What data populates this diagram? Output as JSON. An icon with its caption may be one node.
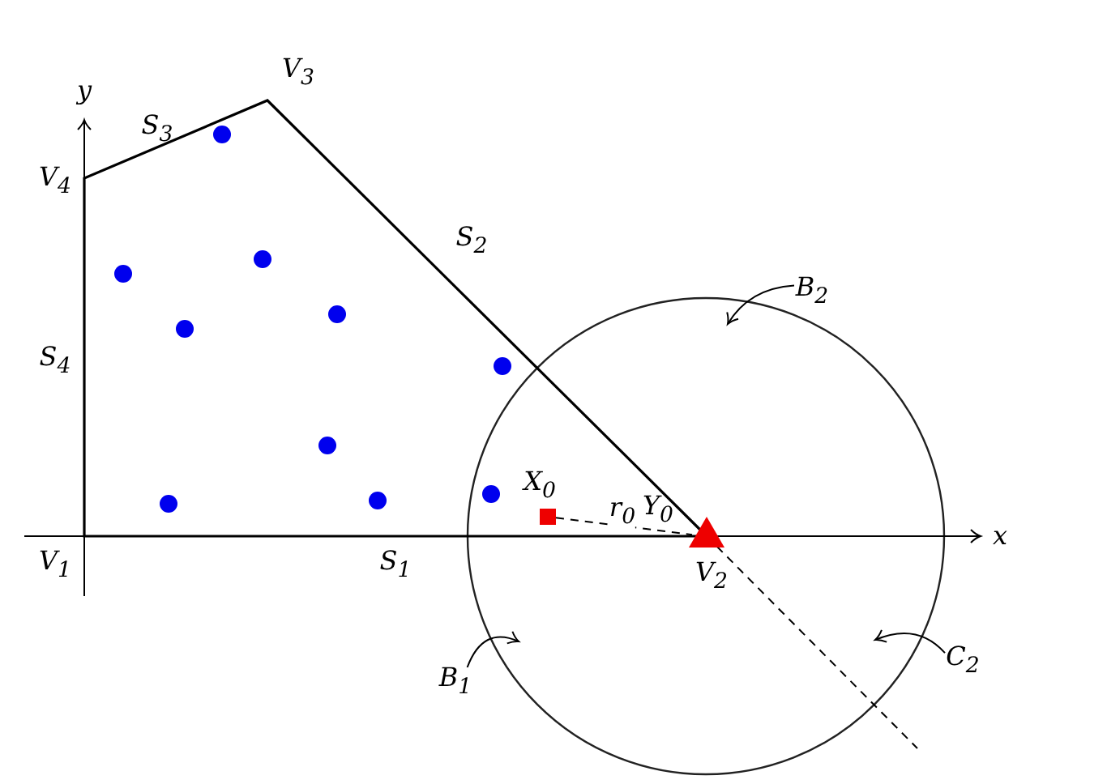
{
  "diagram": {
    "nodes": [
      {
        "text": [],
        "shape": "box",
        "beside": [
          "X$_{0}$"
        ]
      },
      {
        "text": [],
        "shape": "triangle",
        "beside": [
          "Y$_{0}$",
          "V$_{2}$"
        ]
      },
      {
        "text": [
          "B$_{2}$"
        ]
      },
      {
        "text": [
          "B$_{1}$"
        ]
      },
      {
        "text": [
          "C$_{2}$"
        ]
      }
    ],
    "edges": [
      {
        "from": 0,
        "to": 1,
        "arrow": "none",
        "style": "dashed",
        "label": "r$_{0}$"
      },
      {
        "from": 2,
        "to": null,
        "arrow": "to"
      },
      {
        "from": 3,
        "to": null,
        "arrow": "to"
      },
      {
        "from": 4,
        "to": null,
        "arrow": "to"
      }
    ],
    "labels": [
      "y",
      "V$_{3}$",
      "S$_{3}$",
      "V$_{4}$",
      "S$_{2}$",
      "S$_{4}$",
      "x",
      "V$_{1}$",
      "S$_{1}$"
    ]
  }
}
